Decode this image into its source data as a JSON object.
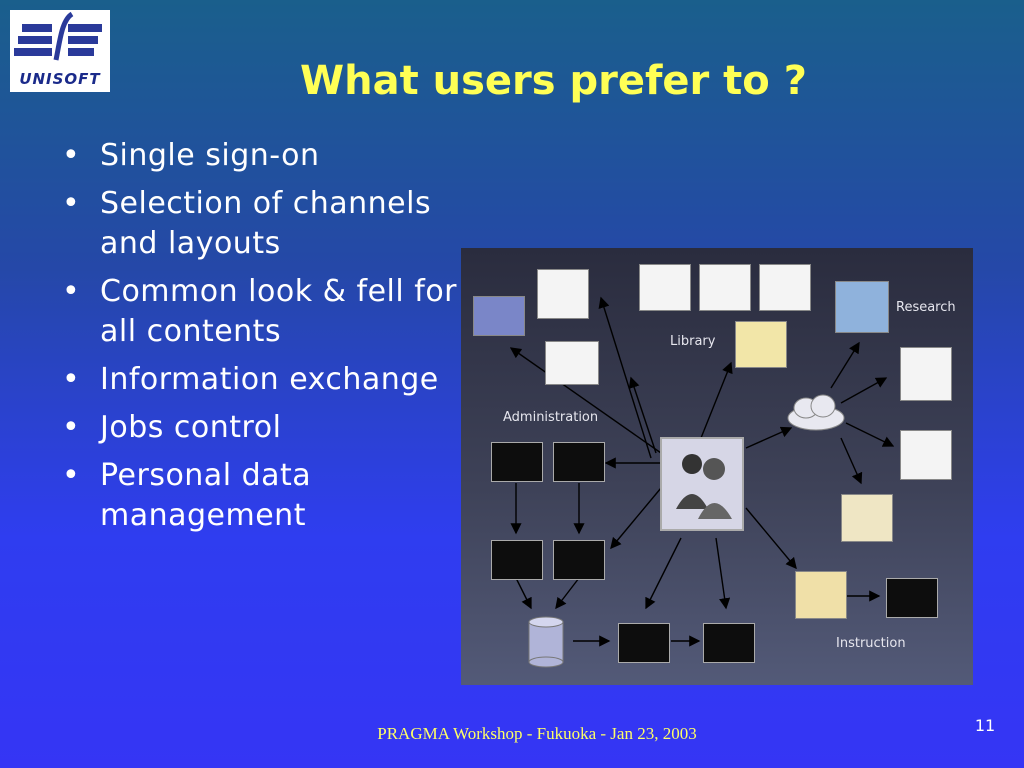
{
  "logo": {
    "text": "UNISOFT"
  },
  "slide": {
    "title": "What users prefer to ?",
    "bullets": [
      "Single sign-on",
      "Selection of channels and layouts",
      "Common look & fell for all contents",
      "Information exchange",
      "Jobs control",
      "Personal data management"
    ]
  },
  "diagram": {
    "labels": {
      "research": "Research",
      "library": "Library",
      "administration": "Administration",
      "instruction": "Instruction"
    }
  },
  "footer": {
    "text": "PRAGMA Workshop - Fukuoka - Jan 23, 2003",
    "page_number": "11"
  },
  "colors": {
    "title": "#ffff55",
    "footer": "#ffff66",
    "bullet_text": "#ffffff"
  }
}
